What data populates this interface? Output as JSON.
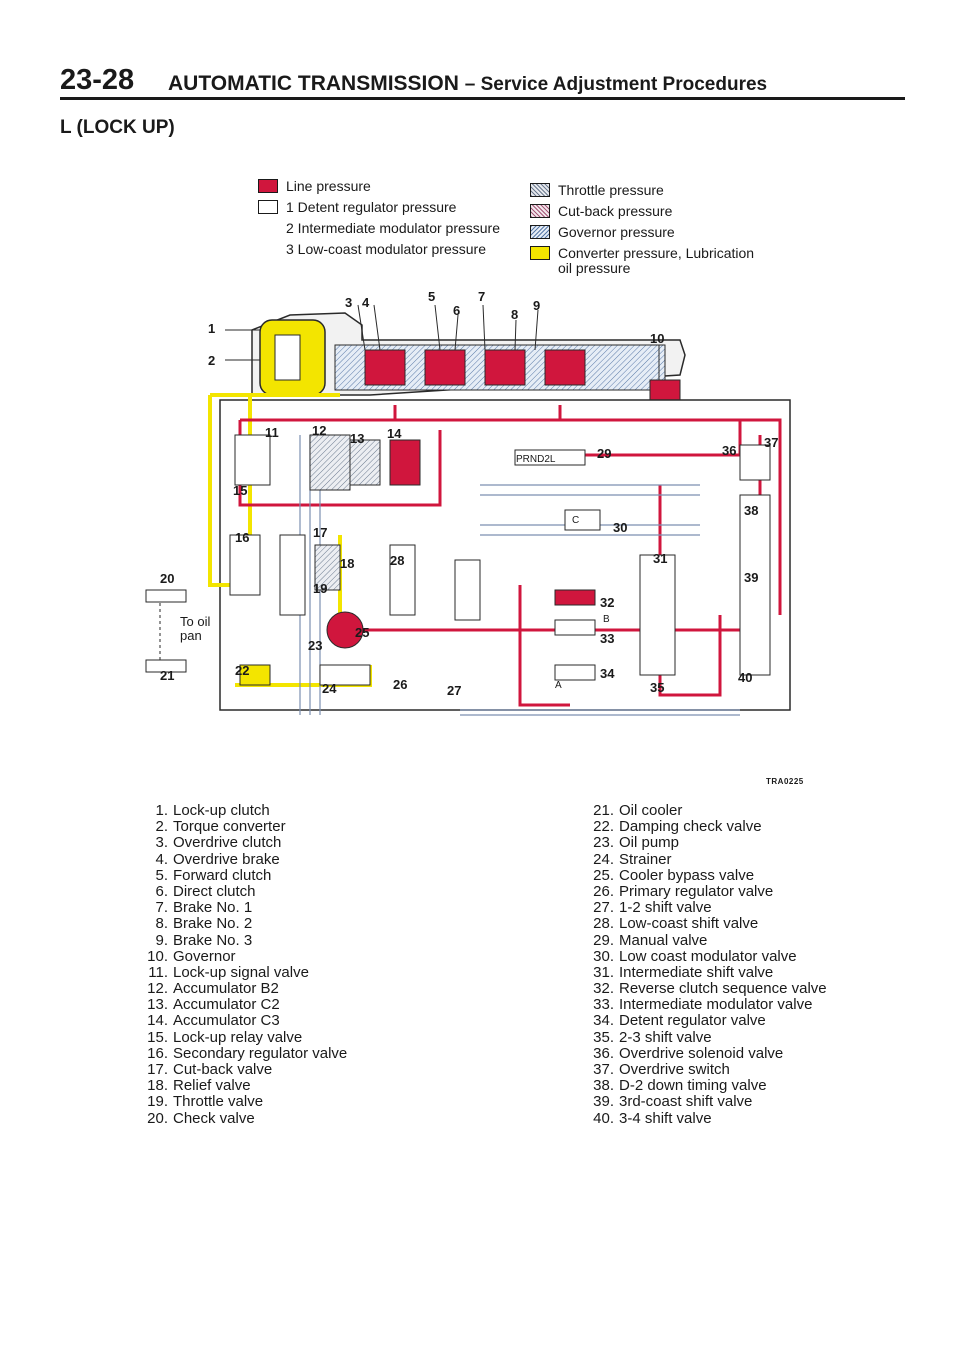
{
  "header": {
    "page_number": "23-28",
    "title": "AUTOMATIC TRANSMISSION",
    "subtitle": "– Service Adjustment Procedures"
  },
  "mode_title": "L (LOCK UP)",
  "legend": {
    "left": [
      {
        "label": "Line pressure",
        "color": "#d0163d",
        "swatch": "red"
      },
      {
        "label": "1 Detent regulator pressure",
        "swatch": "white"
      },
      {
        "label": "2 Intermediate modulator pressure",
        "swatch": "none"
      },
      {
        "label": "3 Low-coast modulator pressure",
        "swatch": "none"
      }
    ],
    "right": [
      {
        "label": "Throttle pressure",
        "swatch": "hatch-dense"
      },
      {
        "label": "Cut-back pressure",
        "swatch": "hatch-medium"
      },
      {
        "label": "Governor pressure",
        "swatch": "hatch-blue"
      },
      {
        "label": "Converter pressure, Lubrication",
        "label2": "oil pressure",
        "color": "#f3e500",
        "swatch": "yellow"
      }
    ]
  },
  "diagram": {
    "callouts": [
      "1",
      "2",
      "3",
      "4",
      "5",
      "6",
      "7",
      "8",
      "9",
      "10",
      "11",
      "12",
      "13",
      "14",
      "15",
      "16",
      "17",
      "18",
      "19",
      "20",
      "21",
      "22",
      "23",
      "24",
      "25",
      "26",
      "27",
      "28",
      "29",
      "30",
      "31",
      "32",
      "33",
      "34",
      "35",
      "36",
      "37",
      "38",
      "39",
      "40"
    ],
    "inline_labels": {
      "oil_pan_1": "To oil",
      "oil_pan_2": "pan",
      "manual_valve": "PRND2L",
      "c_mark": "C",
      "b_mark": "B",
      "a_mark": "A"
    }
  },
  "figure_ref": "TRA0225",
  "parts_left": [
    {
      "n": "1.",
      "name": "Lock-up clutch"
    },
    {
      "n": "2.",
      "name": "Torque converter"
    },
    {
      "n": "3.",
      "name": "Overdrive clutch"
    },
    {
      "n": "4.",
      "name": "Overdrive brake"
    },
    {
      "n": "5.",
      "name": "Forward clutch"
    },
    {
      "n": "6.",
      "name": "Direct clutch"
    },
    {
      "n": "7.",
      "name": "Brake No. 1"
    },
    {
      "n": "8.",
      "name": "Brake No. 2"
    },
    {
      "n": "9.",
      "name": "Brake No. 3"
    },
    {
      "n": "10.",
      "name": "Governor"
    },
    {
      "n": "11.",
      "name": "Lock-up signal valve"
    },
    {
      "n": "12.",
      "name": "Accumulator B2"
    },
    {
      "n": "13.",
      "name": "Accumulator C2"
    },
    {
      "n": "14.",
      "name": "Accumulator C3"
    },
    {
      "n": "15.",
      "name": "Lock-up relay valve"
    },
    {
      "n": "16.",
      "name": "Secondary regulator valve"
    },
    {
      "n": "17.",
      "name": "Cut-back valve"
    },
    {
      "n": "18.",
      "name": "Relief valve"
    },
    {
      "n": "19.",
      "name": "Throttle valve"
    },
    {
      "n": "20.",
      "name": "Check valve"
    }
  ],
  "parts_right": [
    {
      "n": "21.",
      "name": "Oil cooler"
    },
    {
      "n": "22.",
      "name": "Damping check valve"
    },
    {
      "n": "23.",
      "name": "Oil pump"
    },
    {
      "n": "24.",
      "name": "Strainer"
    },
    {
      "n": "25.",
      "name": "Cooler bypass valve"
    },
    {
      "n": "26.",
      "name": "Primary regulator valve"
    },
    {
      "n": "27.",
      "name": "1-2 shift valve"
    },
    {
      "n": "28.",
      "name": "Low-coast shift valve"
    },
    {
      "n": "29.",
      "name": "Manual valve"
    },
    {
      "n": "30.",
      "name": "Low coast modulator valve"
    },
    {
      "n": "31.",
      "name": "Intermediate shift valve"
    },
    {
      "n": "32.",
      "name": "Reverse clutch sequence valve"
    },
    {
      "n": "33.",
      "name": "Intermediate modulator valve"
    },
    {
      "n": "34.",
      "name": "Detent regulator valve"
    },
    {
      "n": "35.",
      "name": "2-3 shift valve"
    },
    {
      "n": "36.",
      "name": "Overdrive solenoid valve"
    },
    {
      "n": "37.",
      "name": "Overdrive switch"
    },
    {
      "n": "38.",
      "name": "D-2 down timing valve"
    },
    {
      "n": "39.",
      "name": "3rd-coast shift valve"
    },
    {
      "n": "40.",
      "name": "3-4 shift valve"
    }
  ]
}
